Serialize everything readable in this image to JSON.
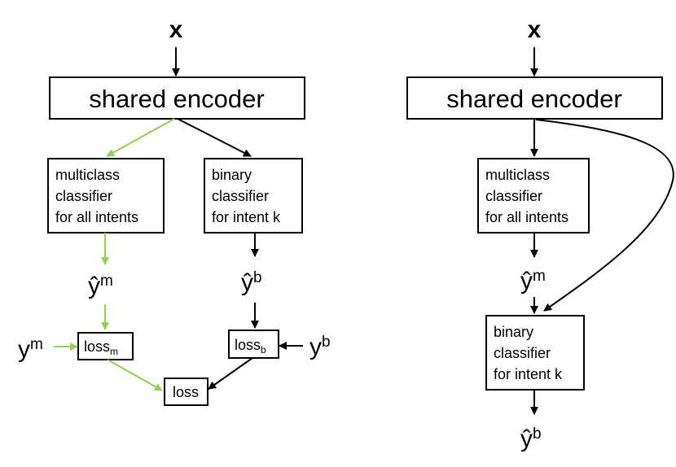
{
  "colors": {
    "green": "#92d050",
    "black": "#000000"
  },
  "left": {
    "input": "x",
    "encoder": "shared encoder",
    "multiclass": [
      "multiclass",
      "classifier",
      "for all intents"
    ],
    "binary": [
      "binary",
      "classifier",
      "for intent k"
    ],
    "yhat_m": {
      "base": "ŷ",
      "sup": "m"
    },
    "yhat_b": {
      "base": "ŷ",
      "sup": "b"
    },
    "y_m": {
      "base": "y",
      "sup": "m"
    },
    "y_b": {
      "base": "y",
      "sup": "b"
    },
    "loss_m": {
      "base": "loss",
      "sub": "m"
    },
    "loss_b": {
      "base": "loss",
      "sub": "b"
    },
    "loss": "loss"
  },
  "right": {
    "input": "x",
    "encoder": "shared encoder",
    "multiclass": [
      "multiclass",
      "classifier",
      "for all intents"
    ],
    "binary": [
      "binary",
      "classifier",
      "for intent k"
    ],
    "yhat_m": {
      "base": "ŷ",
      "sup": "m"
    },
    "yhat_b": {
      "base": "ŷ",
      "sup": "b"
    }
  }
}
